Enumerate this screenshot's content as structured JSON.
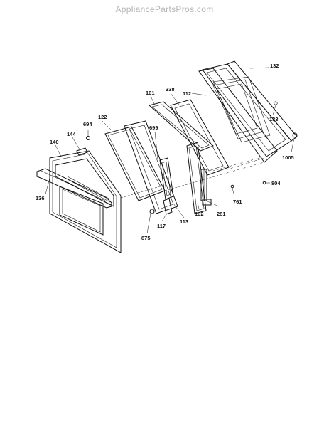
{
  "watermark": "AppliancePartsPros.com",
  "callouts": {
    "c132": "132",
    "c338": "338",
    "c101": "101",
    "c112": "112",
    "c133": "133",
    "c122": "122",
    "c699": "699",
    "c694": "694",
    "c144": "144",
    "c140": "140",
    "c1005": "1005",
    "c804": "804",
    "c136": "136",
    "c761": "761",
    "c102": "102",
    "c281": "281",
    "c117": "117",
    "c113": "113",
    "c875": "875"
  }
}
